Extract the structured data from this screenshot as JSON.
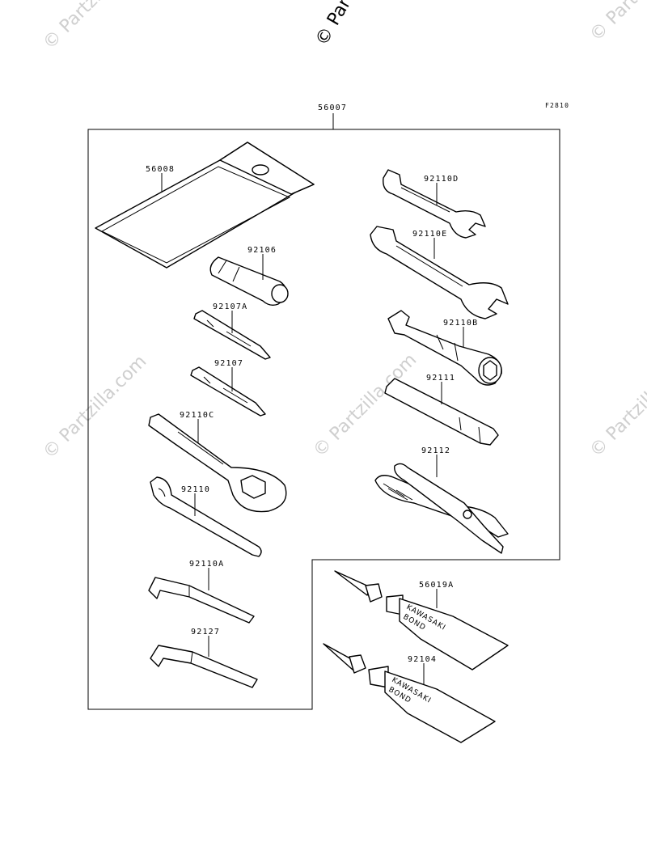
{
  "figure_code": "F2810",
  "watermark": {
    "text": "© Partzilla.com",
    "brand": "© Partz"
  },
  "parts": {
    "toolkit": "56007",
    "case": "56008",
    "wrench_d": "92110D",
    "wrench_e": "92110E",
    "socket_handle": "92106",
    "screwdriver_a": "92107A",
    "socket_b": "92110B",
    "screwdriver": "92107",
    "extension_bar": "92111",
    "wrench_c": "92110C",
    "pliers": "92112",
    "hook_spanner": "92110",
    "hex_key_a": "92110A",
    "bond_a": "56019A",
    "hex_key": "92127",
    "bond": "92104"
  },
  "tube_text": {
    "brand": "KAWASAKI",
    "product": "BOND"
  }
}
